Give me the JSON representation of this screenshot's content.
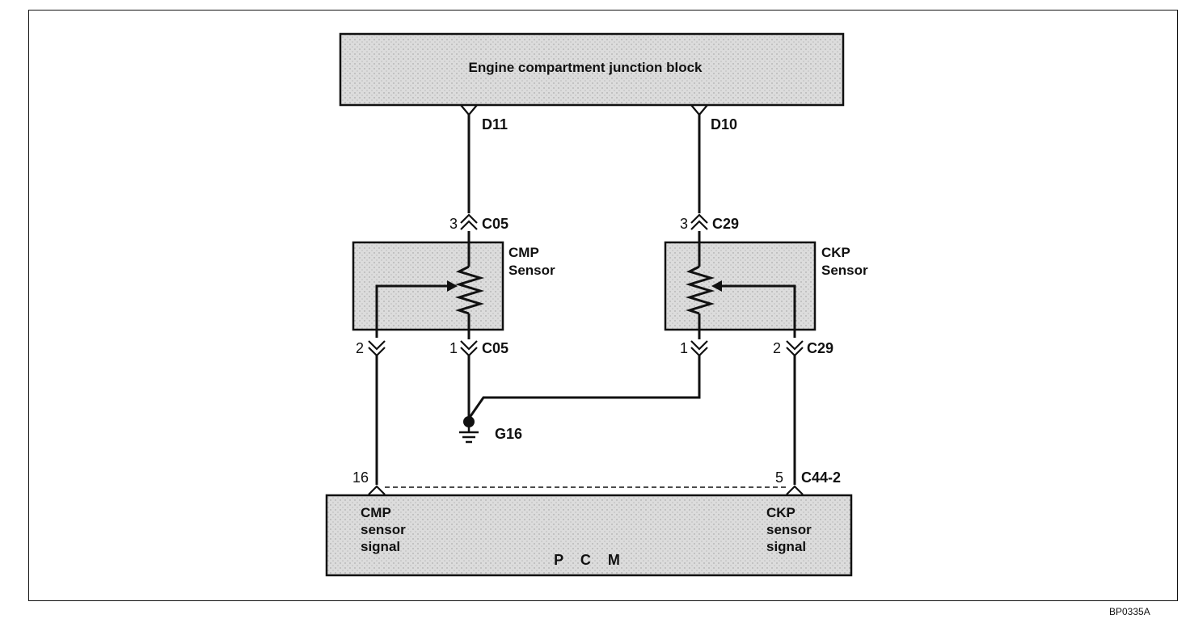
{
  "junction_block": {
    "title": "Engine compartment junction block",
    "pin_left": "D11",
    "pin_right": "D10"
  },
  "cmp_sensor": {
    "name_line1": "CMP",
    "name_line2": "Sensor",
    "connector": "C05",
    "top_pin": "3",
    "top_connector": "C05",
    "left_bottom_pin": "2",
    "right_bottom_pin": "1",
    "bottom_connector": "C05"
  },
  "ckp_sensor": {
    "name_line1": "CKP",
    "name_line2": "Sensor",
    "top_pin": "3",
    "top_connector": "C29",
    "left_bottom_pin": "1",
    "right_bottom_pin": "2",
    "bottom_connector": "C29"
  },
  "ground": {
    "label": "G16"
  },
  "pcm": {
    "title": "P C M",
    "connector": "C44-2",
    "pin_cmp": "16",
    "pin_ckp": "5",
    "cmp_signal": [
      "CMP",
      "sensor",
      "signal"
    ],
    "ckp_signal": [
      "CKP",
      "sensor",
      "signal"
    ]
  },
  "figure_code": "BP0335A",
  "colors": {
    "box_fill": "#d9d9d9",
    "line": "#111111",
    "background": "#ffffff"
  }
}
